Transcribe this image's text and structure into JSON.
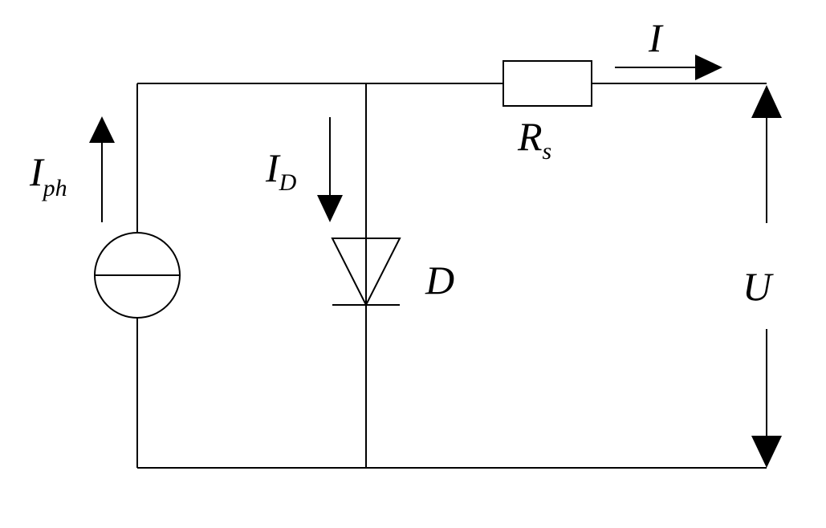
{
  "diagram": {
    "labels": {
      "photo_current": {
        "main": "I",
        "sub": "ph"
      },
      "diode_current": {
        "main": "I",
        "sub": "D"
      },
      "diode": "D",
      "series_resistor": {
        "main": "R",
        "sub": "s"
      },
      "output_current": "I",
      "output_voltage": "U"
    },
    "colors": {
      "line": "#000000",
      "background": "#ffffff"
    },
    "components": [
      {
        "type": "current-source",
        "label_ref": "photo_current"
      },
      {
        "type": "diode",
        "label_ref": "diode"
      },
      {
        "type": "resistor",
        "label_ref": "series_resistor"
      }
    ]
  }
}
